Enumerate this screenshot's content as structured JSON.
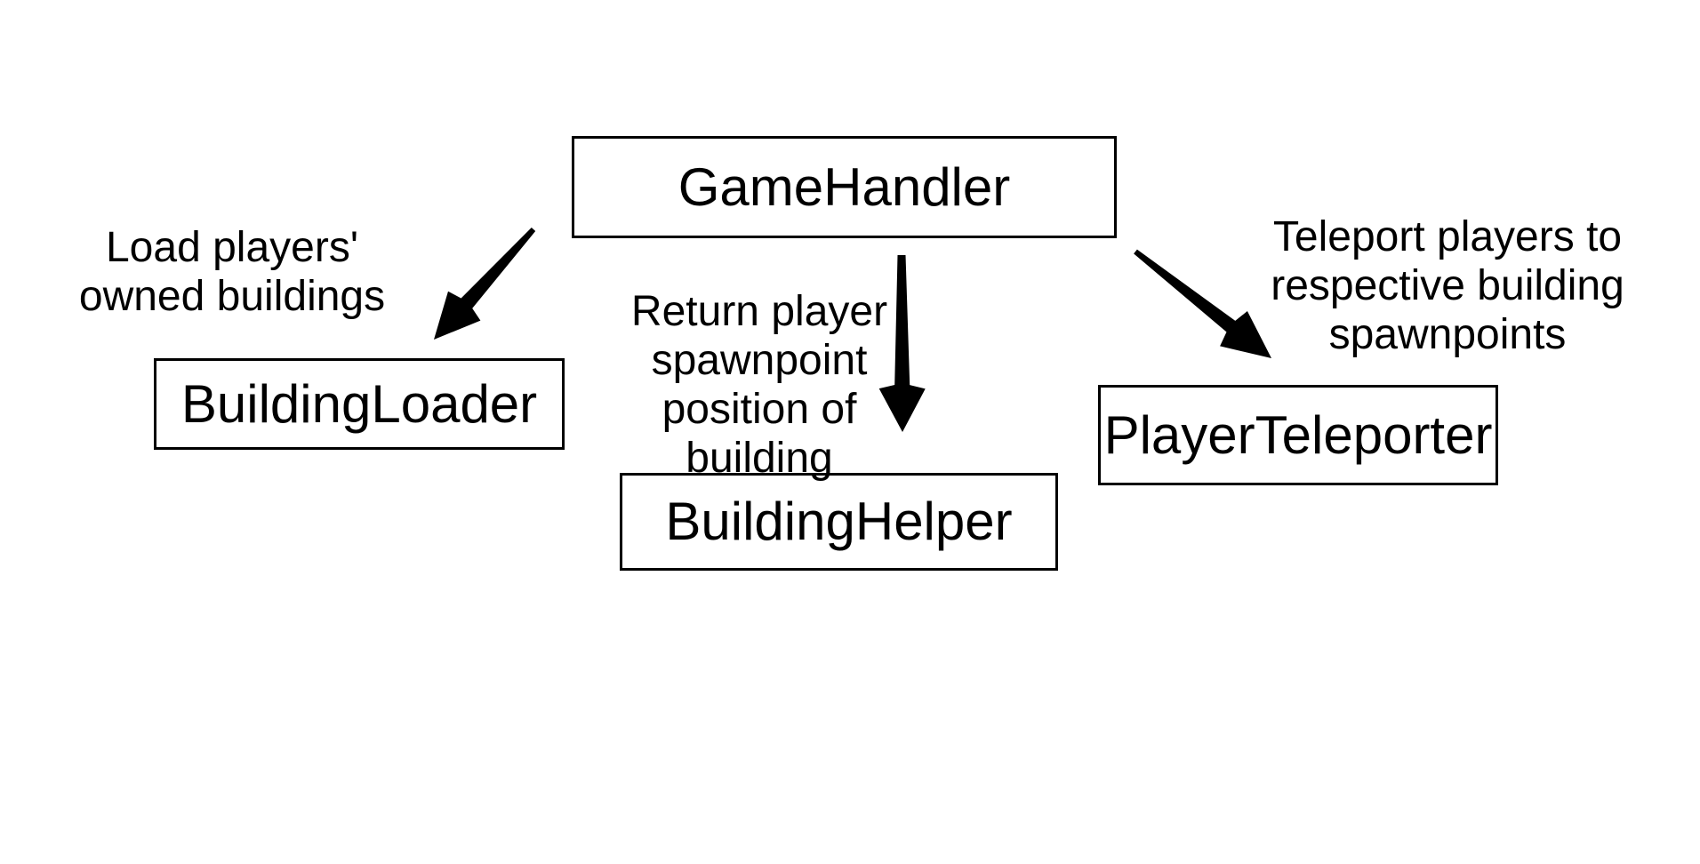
{
  "diagram": {
    "type": "flow-diagram",
    "background_color": "#ffffff",
    "box_border_color": "#000000",
    "text_color": "#000000",
    "arrow_color": "#000000",
    "nodes": [
      {
        "id": "game-handler",
        "label": "GameHandler"
      },
      {
        "id": "building-loader",
        "label": "BuildingLoader"
      },
      {
        "id": "building-helper",
        "label": "BuildingHelper"
      },
      {
        "id": "player-teleporter",
        "label": "PlayerTeleporter"
      }
    ],
    "edges": [
      {
        "from": "GameHandler",
        "to": "BuildingLoader",
        "label": "Load players'\nowned buildings"
      },
      {
        "from": "GameHandler",
        "to": "BuildingHelper",
        "label": "Return player\nspawnpoint\nposition of\nbuilding"
      },
      {
        "from": "GameHandler",
        "to": "PlayerTeleporter",
        "label": "Teleport players to\nrespective building\nspawnpoints"
      }
    ]
  }
}
